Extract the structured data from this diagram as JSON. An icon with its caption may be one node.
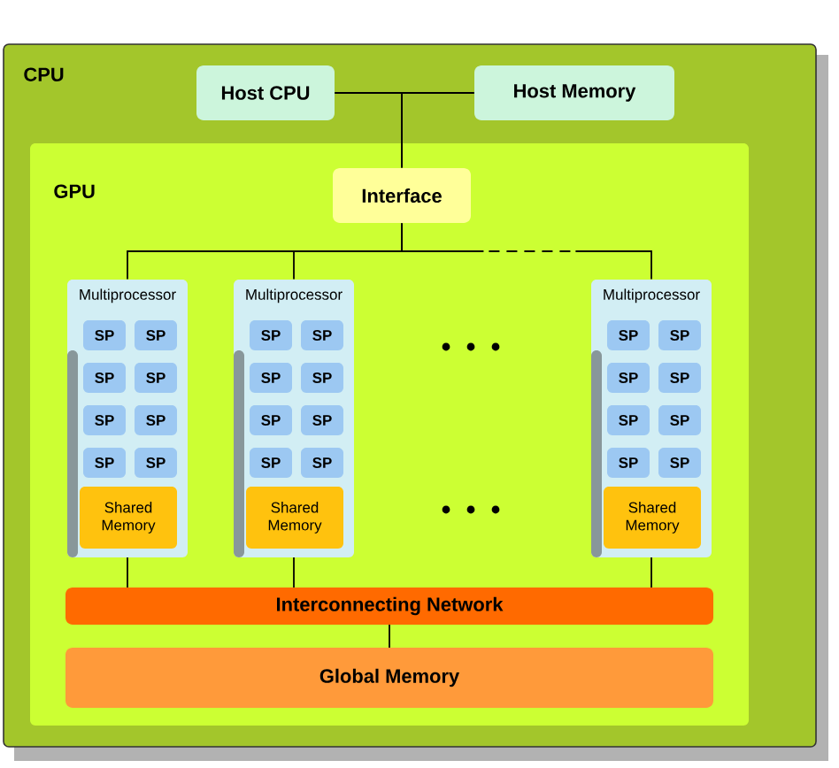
{
  "diagram": {
    "nodes": [
      {
        "text": [
          "CPU"
        ]
      },
      {
        "text": [
          "Host CPU"
        ],
        "in": 0
      },
      {
        "text": [
          "Host Memory"
        ],
        "in": 0
      },
      {
        "text": [
          "GPU"
        ],
        "in": 0
      },
      {
        "text": [
          "Interface"
        ],
        "in": 3
      },
      {
        "text": [
          "Multiprocessor"
        ],
        "in": 3
      },
      {
        "text": [
          "SP"
        ],
        "in": 5
      },
      {
        "text": [
          "SP"
        ],
        "in": 5
      },
      {
        "text": [
          "SP"
        ],
        "in": 5
      },
      {
        "text": [
          "SP"
        ],
        "in": 5
      },
      {
        "text": [
          "SP"
        ],
        "in": 5
      },
      {
        "text": [
          "SP"
        ],
        "in": 5
      },
      {
        "text": [
          "SP"
        ],
        "in": 5
      },
      {
        "text": [
          "SP"
        ],
        "in": 5
      },
      {
        "text": [
          "Shared Memory"
        ],
        "in": 5
      },
      {
        "text": [
          "Multiprocessor"
        ],
        "in": 3
      },
      {
        "text": [
          "SP"
        ],
        "in": 15
      },
      {
        "text": [
          "SP"
        ],
        "in": 15
      },
      {
        "text": [
          "SP"
        ],
        "in": 15
      },
      {
        "text": [
          "SP"
        ],
        "in": 15
      },
      {
        "text": [
          "SP"
        ],
        "in": 15
      },
      {
        "text": [
          "SP"
        ],
        "in": 15
      },
      {
        "text": [
          "SP"
        ],
        "in": 15
      },
      {
        "text": [
          "SP"
        ],
        "in": 15
      },
      {
        "text": [
          "Shared Memory"
        ],
        "in": 15
      },
      {
        "text": [
          "Multiprocessor"
        ],
        "in": 3
      },
      {
        "text": [
          "SP"
        ],
        "in": 25
      },
      {
        "text": [
          "SP"
        ],
        "in": 25
      },
      {
        "text": [
          "SP"
        ],
        "in": 25
      },
      {
        "text": [
          "SP"
        ],
        "in": 25
      },
      {
        "text": [
          "SP"
        ],
        "in": 25
      },
      {
        "text": [
          "SP"
        ],
        "in": 25
      },
      {
        "text": [
          "SP"
        ],
        "in": 25
      },
      {
        "text": [
          "SP"
        ],
        "in": 25
      },
      {
        "text": [
          "Shared Memory"
        ],
        "in": 25
      },
      {
        "text": [
          "Interconnecting Network"
        ],
        "in": 3
      },
      {
        "text": [
          "Global Memory"
        ],
        "in": 3
      }
    ],
    "edges": [
      {
        "from": 1,
        "to": 2,
        "arrow": "none"
      },
      {
        "from": 1,
        "to": 4,
        "arrow": "none"
      },
      {
        "from": 2,
        "to": 4,
        "arrow": "none"
      },
      {
        "from": 4,
        "to": 5,
        "arrow": "none"
      },
      {
        "from": 4,
        "to": 15,
        "arrow": "none"
      },
      {
        "from": 4,
        "to": 25,
        "arrow": "none",
        "style": "dashed"
      },
      {
        "from": 5,
        "to": 35,
        "arrow": "none"
      },
      {
        "from": 15,
        "to": 35,
        "arrow": "none"
      },
      {
        "from": 25,
        "to": 35,
        "arrow": "none"
      },
      {
        "from": 35,
        "to": 36,
        "arrow": "none"
      }
    ]
  }
}
